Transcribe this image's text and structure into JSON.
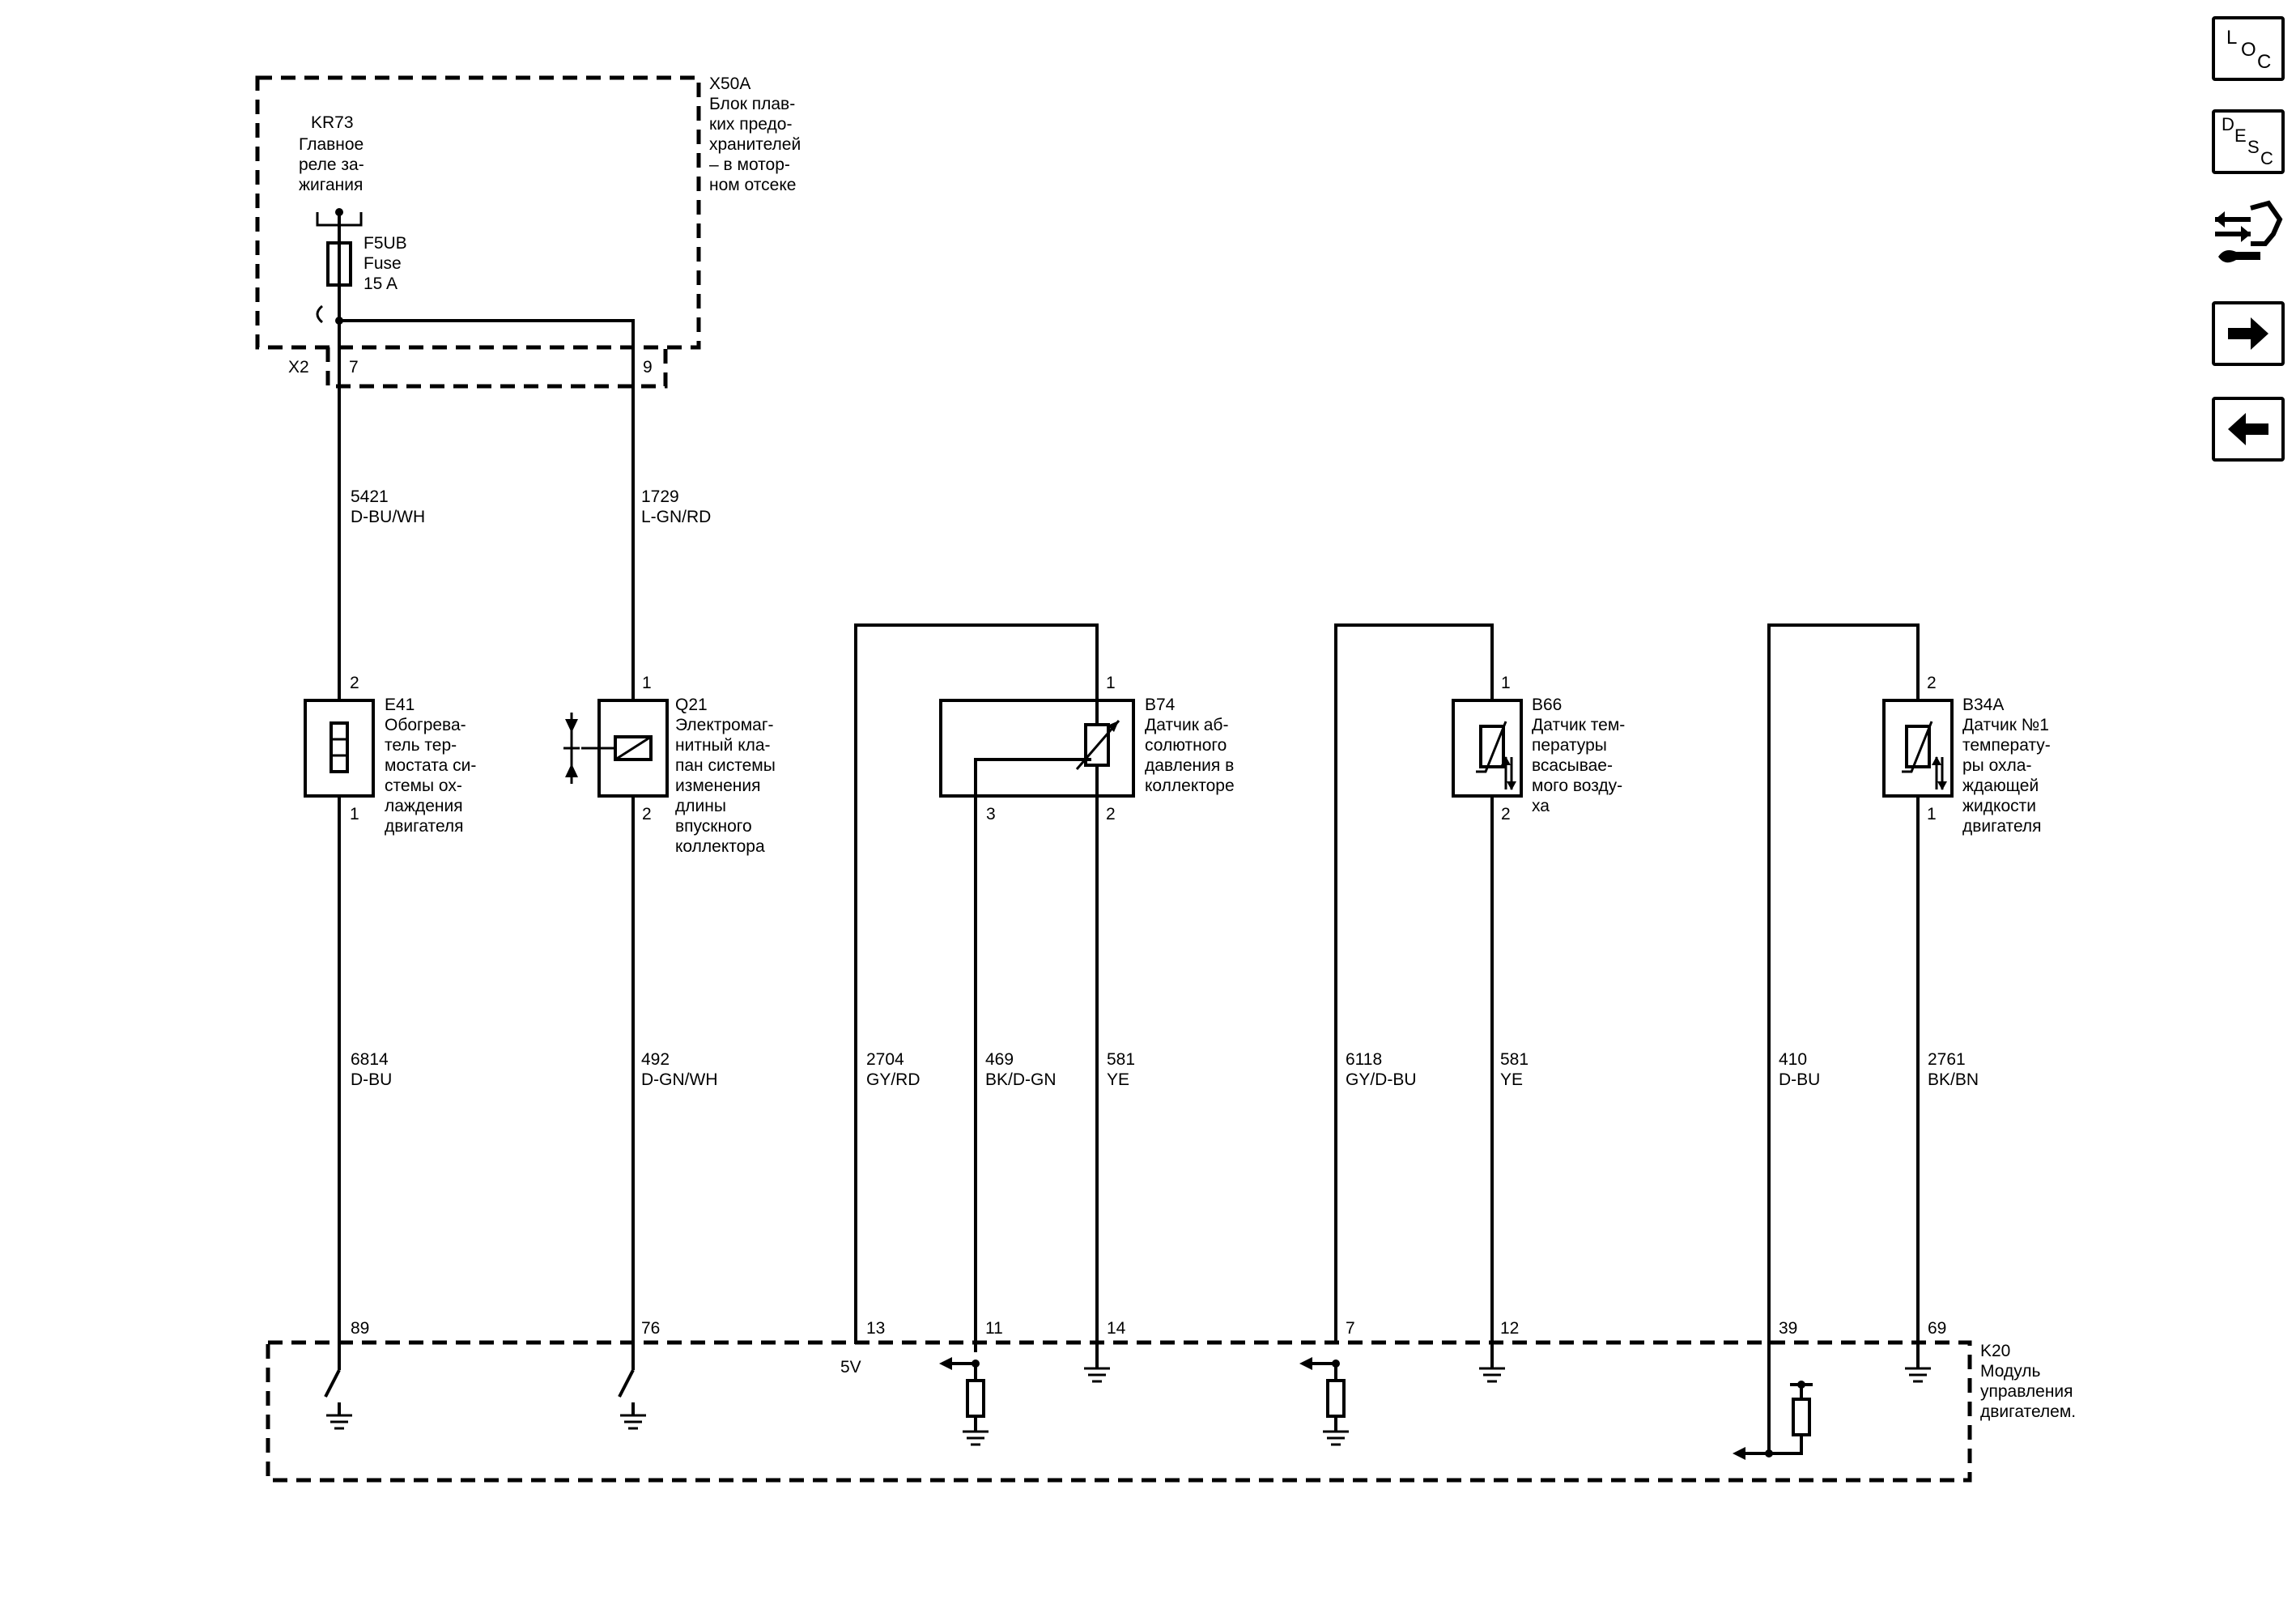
{
  "nav_buttons": [
    {
      "id": "loc",
      "letters": [
        "L",
        "O",
        "C"
      ]
    },
    {
      "id": "desc",
      "letters": [
        "D",
        "E",
        "S",
        "C"
      ]
    },
    {
      "id": "service",
      "icon": "connector-wrench-icon"
    },
    {
      "id": "next",
      "icon": "arrow-right-icon"
    },
    {
      "id": "prev",
      "icon": "arrow-left-icon"
    }
  ],
  "fuse_block": {
    "connector_id": "X50A",
    "lines": [
      "Блок плав-",
      "ких предо-",
      "хранителей",
      "– в мотор-",
      "ном отсеке"
    ],
    "relay_id": "KR73",
    "relay_lines": [
      "Главное",
      "реле за-",
      "жигания"
    ],
    "fuse_id": "F5UB",
    "fuse_lines": [
      "Fuse",
      "15 A"
    ],
    "harness": "X2",
    "pins": [
      "7",
      "9"
    ]
  },
  "wires": [
    {
      "circuit": "5421",
      "color": "D-BU/WH"
    },
    {
      "circuit": "1729",
      "color": "L-GN/RD"
    },
    {
      "circuit": "6814",
      "color": "D-BU"
    },
    {
      "circuit": "492",
      "color": "D-GN/WH"
    },
    {
      "circuit": "2704",
      "color": "GY/RD"
    },
    {
      "circuit": "469",
      "color": "BK/D-GN"
    },
    {
      "circuit": "581",
      "color": "YE"
    },
    {
      "circuit": "6118",
      "color": "GY/D-BU"
    },
    {
      "circuit": "581",
      "color": "YE"
    },
    {
      "circuit": "410",
      "color": "D-BU"
    },
    {
      "circuit": "2761",
      "color": "BK/BN"
    }
  ],
  "components": {
    "e41": {
      "id": "E41",
      "lines": [
        "Обогрева-",
        "тель тер-",
        "мостата си-",
        "стемы ох-",
        "лаждения",
        "двигателя"
      ],
      "pin_top": "2",
      "pin_bottom": "1"
    },
    "q21": {
      "id": "Q21",
      "lines": [
        "Электромаг-",
        "нитный кла-",
        "пан системы",
        "изменения",
        "длины",
        "впускного",
        "коллектора"
      ],
      "pin_top": "1",
      "pin_bottom": "2"
    },
    "b74": {
      "id": "B74",
      "lines": [
        "Датчик аб-",
        "солютного",
        "давления в",
        "коллекторе"
      ],
      "pin_top": "1",
      "pin_left": "3",
      "pin_bottom": "2"
    },
    "b66": {
      "id": "B66",
      "lines": [
        "Датчик тем-",
        "пературы",
        "всасывае-",
        "мого возду-",
        "ха"
      ],
      "pin_top": "1",
      "pin_bottom": "2"
    },
    "b34a": {
      "id": "B34A",
      "lines": [
        "Датчик №1",
        "температу-",
        "ры охла-",
        "ждающей",
        "жидкости",
        "двигателя"
      ],
      "pin_top": "2",
      "pin_bottom": "1"
    }
  },
  "ecm": {
    "id": "K20",
    "lines": [
      "Модуль",
      "управления",
      "двигателем."
    ],
    "pins": [
      "89",
      "76",
      "13",
      "11",
      "14",
      "7",
      "12",
      "39",
      "69"
    ],
    "ref_voltage": "5V"
  }
}
